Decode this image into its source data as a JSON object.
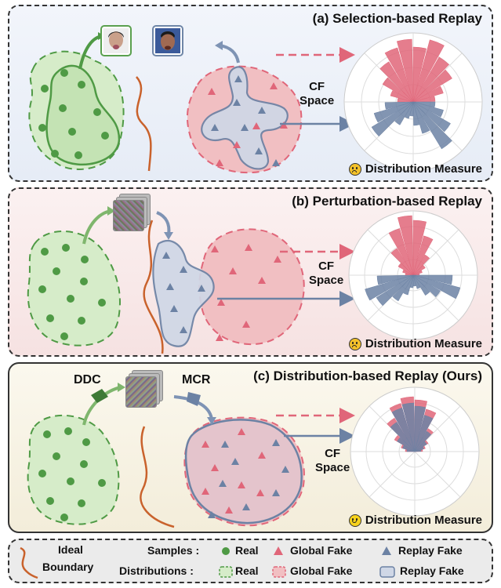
{
  "panels": {
    "a": {
      "title": "(a) Selection-based Replay",
      "measure": "Distribution Measure",
      "mood": "sad"
    },
    "b": {
      "title": "(b) Perturbation-based Replay",
      "measure": "Distribution Measure",
      "mood": "sad"
    },
    "c": {
      "title": "(c) Distribution-based Replay (Ours)",
      "measure": "Distribution Measure",
      "mood": "happy",
      "ddc": "DDC",
      "mcr": "MCR"
    }
  },
  "cf_space": {
    "line1": "CF",
    "line2": "Space"
  },
  "legend": {
    "ideal_line1": "Ideal",
    "ideal_line2": "Boundary",
    "samples_label": "Samples :",
    "distributions_label": "Distributions :",
    "real": "Real",
    "global_fake": "Global Fake",
    "replay_fake": "Replay Fake"
  },
  "colors": {
    "real": "#4f9a45",
    "real_fill": "#d6ecc9",
    "global_fake": "#e06679",
    "global_fake_fill": "#f1bfc2",
    "replay_fake": "#6c82a4",
    "replay_fake_fill": "#cfd7e6",
    "boundary": "#c9622c",
    "arrow": "#7e93b4"
  }
}
